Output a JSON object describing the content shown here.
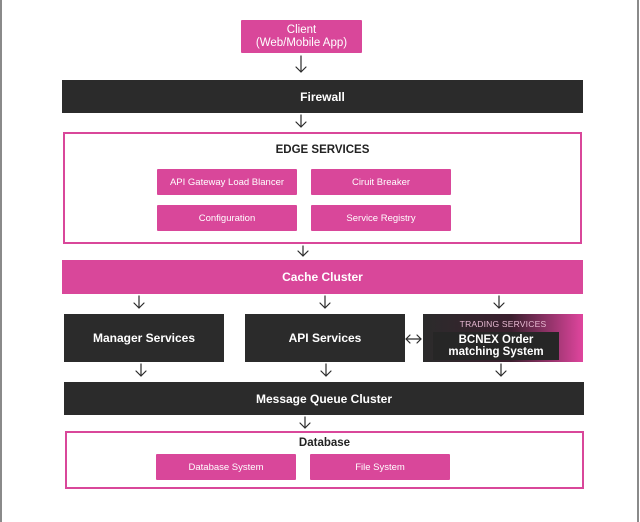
{
  "client": {
    "line1": "Client",
    "line2": "(Web/Mobile App)"
  },
  "firewall": {
    "label": "Firewall"
  },
  "edge_services": {
    "title": "EDGE SERVICES",
    "items": [
      {
        "label": "API Gateway Load Blancer"
      },
      {
        "label": "Ciruit Breaker"
      },
      {
        "label": "Configuration"
      },
      {
        "label": "Service Registry"
      }
    ]
  },
  "cache_cluster": {
    "label": "Cache Cluster"
  },
  "manager_services": {
    "label": "Manager Services"
  },
  "api_services": {
    "label": "API Services"
  },
  "trading_services": {
    "label": "TRADING SERVICES",
    "system_line1": "BCNEX Order",
    "system_line2": "matching System"
  },
  "message_queue": {
    "label": "Message Queue Cluster"
  },
  "database": {
    "title": "Database",
    "items": [
      {
        "label": "Database System"
      },
      {
        "label": "File System"
      }
    ]
  },
  "colors": {
    "accent": "#d9479a",
    "dark": "#2b2b2b",
    "border": "#d9479a"
  }
}
